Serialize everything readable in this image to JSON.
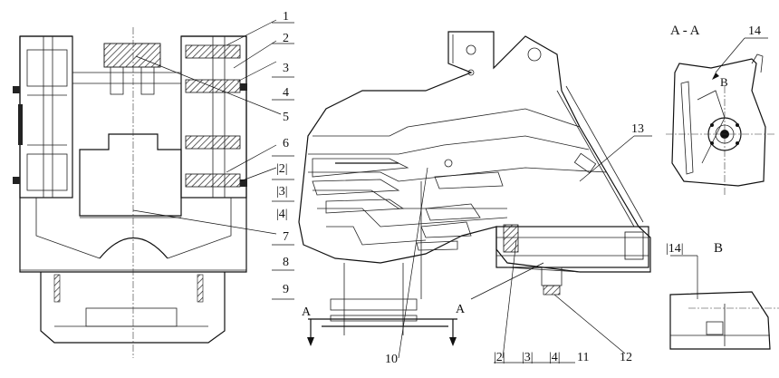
{
  "callouts": {
    "c1": "1",
    "c2": "2",
    "c3": "3",
    "c4": "4",
    "c5": "5",
    "c6": "6",
    "c2b": "|2|",
    "c3b": "|3|",
    "c4b": "|4|",
    "c7": "7",
    "c8": "8",
    "c9": "9",
    "c10": "10",
    "c11": "11",
    "c12": "12",
    "c13": "13",
    "c14": "14",
    "c14b": "|14|",
    "b2": "|2|",
    "b3": "|3|",
    "b4": "|4|"
  },
  "section_labels": {
    "aa_title": "A - A",
    "a_left": "A",
    "a_right": "A",
    "b_mark": "B",
    "b_title": "B"
  }
}
